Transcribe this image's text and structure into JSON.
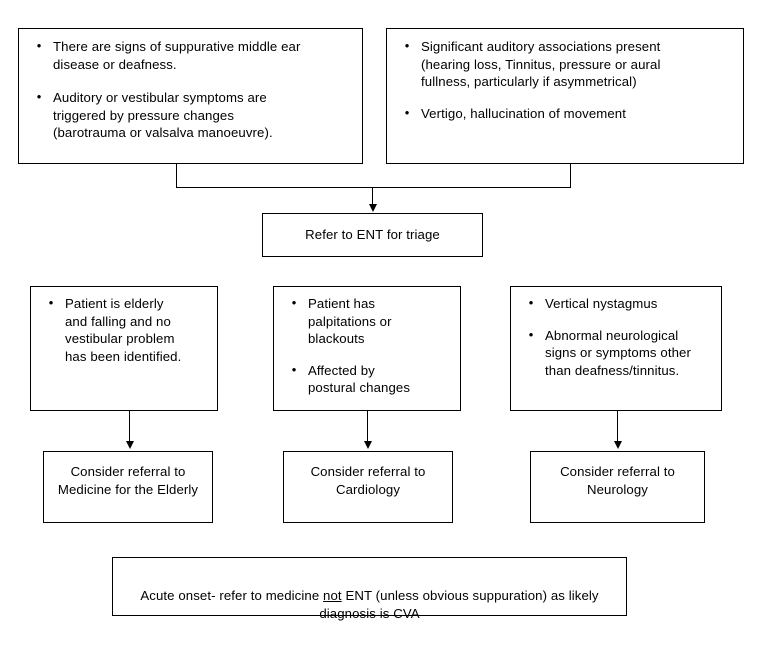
{
  "diagram": {
    "title": "Dizziness / vertigo referral pathway flowchart",
    "line_color": "#000000",
    "background_color": "#ffffff",
    "text_color": "#000000"
  },
  "top_boxes": [
    {
      "name": "ear-disease-criteria-box",
      "bullets": [
        "There  are  signs of suppurative middle ear\ndisease or deafness.",
        " Auditory or vestibular symptoms are\ntriggered by pressure  changes\n(barotrauma  or valsalva manoeuvre)."
      ]
    },
    {
      "name": "auditory-associations-box",
      "bullets": [
        "Significant auditory associations present\n(hearing  loss, Tinnitus,  pressure  or aural\nfullness, particularly if asymmetrical)",
        "Vertigo, hallucination  of movement"
      ]
    }
  ],
  "ent_box": {
    "label": "Refer to ENT  for triage"
  },
  "criteria_boxes": [
    {
      "name": "elderly-falls-criteria-box",
      "bullets": [
        "Patient is elderly\nand falling and no\nvestibular problem\nhas been  identified."
      ]
    },
    {
      "name": "cardiac-criteria-box",
      "bullets": [
        "Patient has\npalpitations or\nblackouts",
        "Affected by\npostural changes"
      ]
    },
    {
      "name": "neurological-criteria-box",
      "bullets": [
        "Vertical nystagmus",
        "Abnormal neurological\nsigns or symptoms other\nthan deafness/tinnitus."
      ]
    }
  ],
  "outcome_boxes": [
    {
      "name": "medicine-elderly-referral-box",
      "label": "Consider referral to\nMedicine for the Elderly"
    },
    {
      "name": "cardiology-referral-box",
      "label": "Consider referral to\nCardiology"
    },
    {
      "name": "neurology-referral-box",
      "label": "Consider referral to\nNeurology"
    }
  ],
  "footer_box": {
    "text_before": "Acute onset- refer to medicine ",
    "emphasis": "not",
    "text_after": " ENT (unless obvious suppuration) as likely\ndiagnosis is CVA"
  }
}
